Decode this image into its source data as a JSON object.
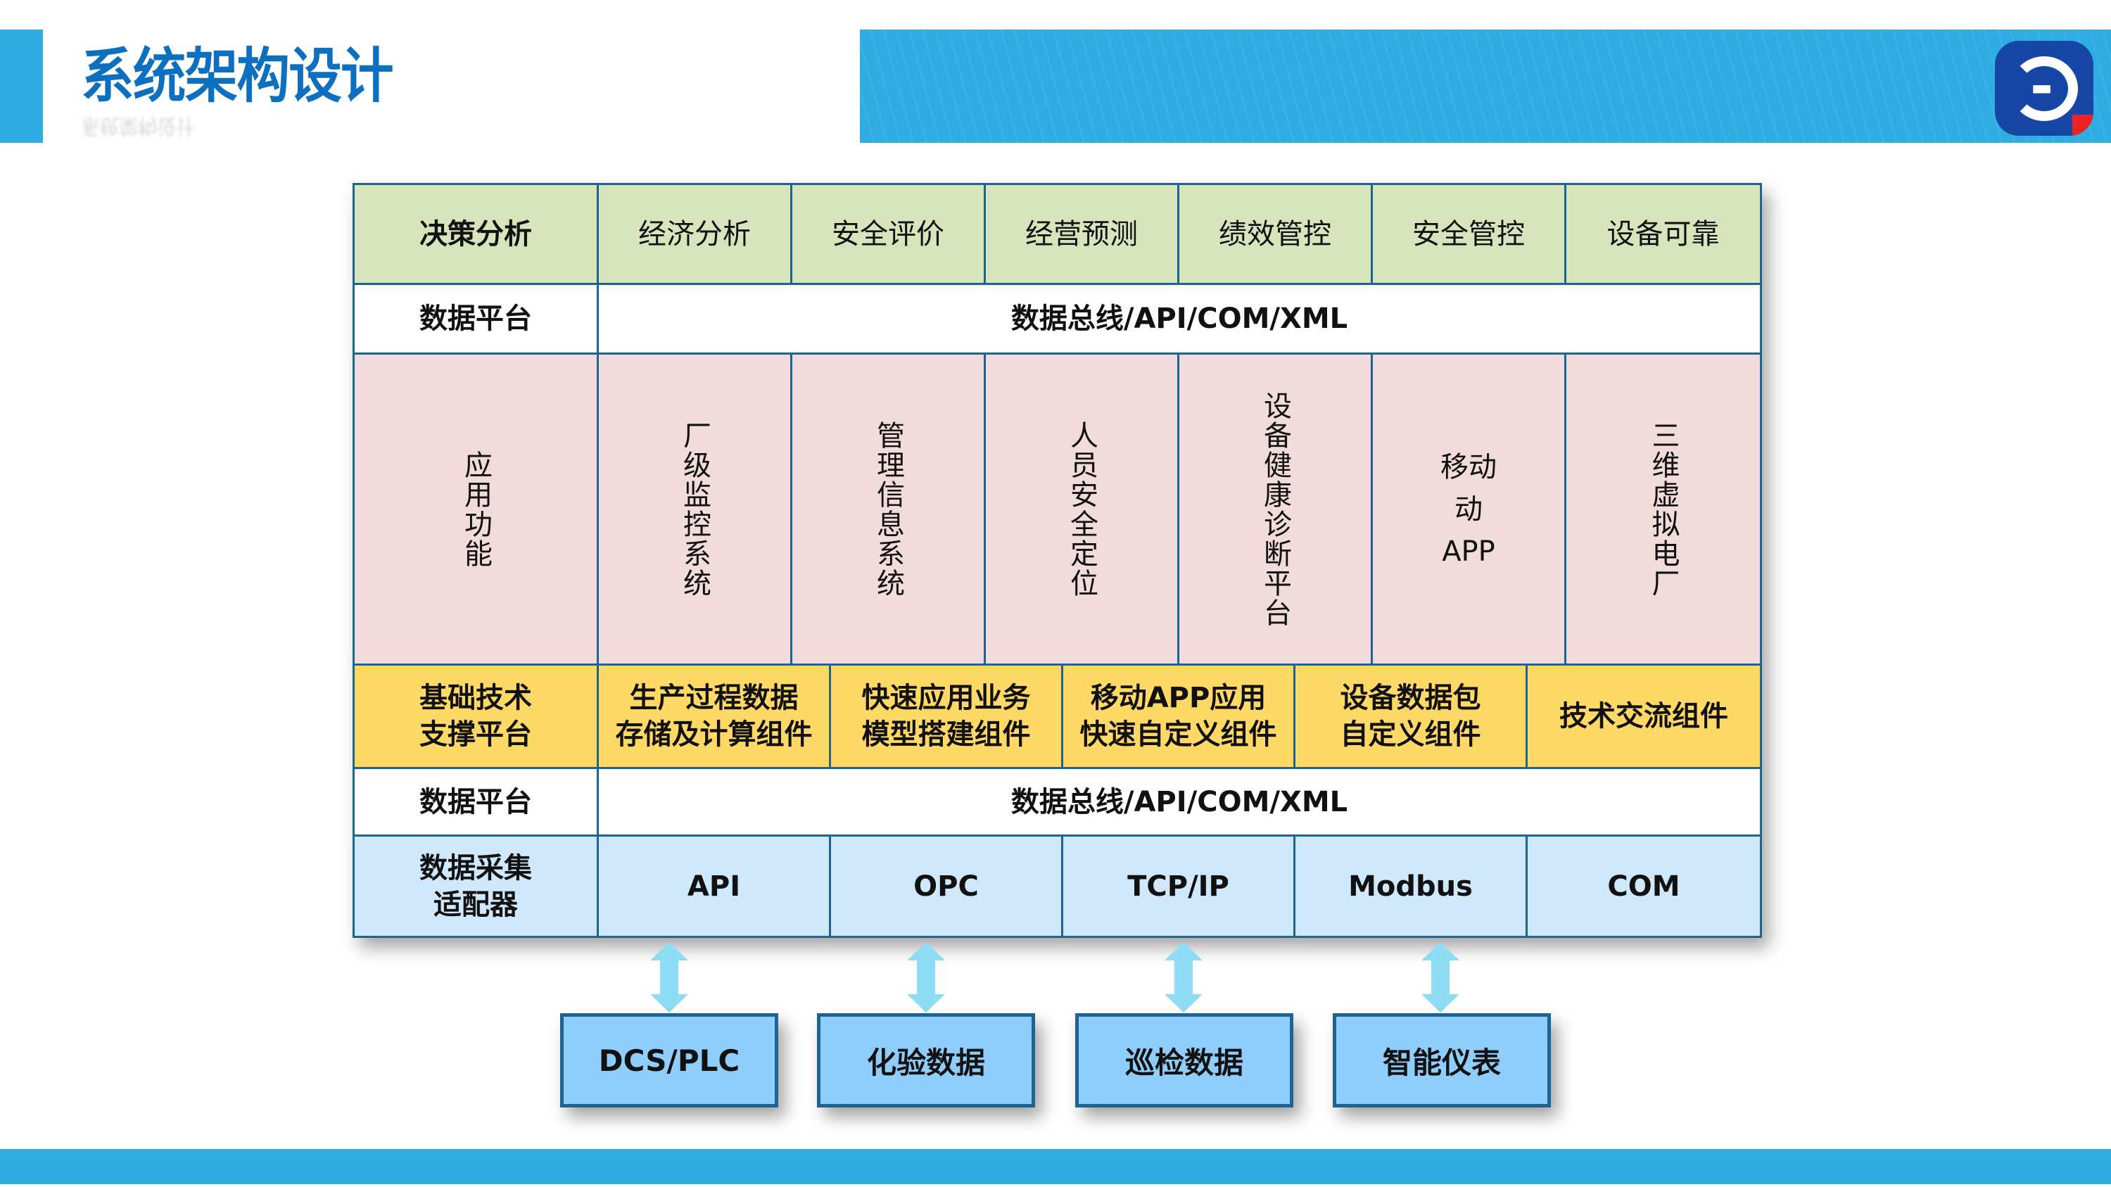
{
  "header": {
    "title": "系统架构设计"
  },
  "colors": {
    "accent": "#2fade2",
    "title": "#0d6fbf",
    "border": "#1f6391",
    "green": "#d8e4bc",
    "pink": "#f2dcdb",
    "yellow": "#ffd966",
    "light_blue": "#cfe8fc",
    "source_blue": "#8ecdfc",
    "arrow": "#8fdcf5"
  },
  "rows": {
    "decision": {
      "label": "决策分析",
      "items": [
        "经济分析",
        "安全评价",
        "经营预测",
        "绩效管控",
        "安全管控",
        "设备可靠"
      ]
    },
    "data_platform_top": {
      "label": "数据平台",
      "value": "数据总线/API/COM/XML"
    },
    "application": {
      "label": "应用功能",
      "items": [
        "厂级监控系统",
        "管理信息系统",
        "人员安全定位",
        "设备健康诊断平台",
        "移动",
        "动",
        "APP",
        "三维虚拟电厂"
      ]
    },
    "foundation": {
      "label_1": "基础技术",
      "label_2": "支撑平台",
      "items": [
        [
          "生产过程数据",
          "存储及计算组件"
        ],
        [
          "快速应用业务",
          "模型搭建组件"
        ],
        [
          "移动APP应用",
          "快速自定义组件"
        ],
        [
          "设备数据包",
          "自定义组件"
        ],
        [
          "技术交流组件",
          ""
        ]
      ]
    },
    "data_platform_bottom": {
      "label": "数据平台",
      "value": "数据总线/API/COM/XML"
    },
    "adapter": {
      "label_1": "数据采集",
      "label_2": "适配器",
      "items": [
        "API",
        "OPC",
        "TCP/IP",
        "Modbus",
        "COM"
      ]
    }
  },
  "sources": [
    "DCS/PLC",
    "化验数据",
    "巡检数据",
    "智能仪表"
  ]
}
